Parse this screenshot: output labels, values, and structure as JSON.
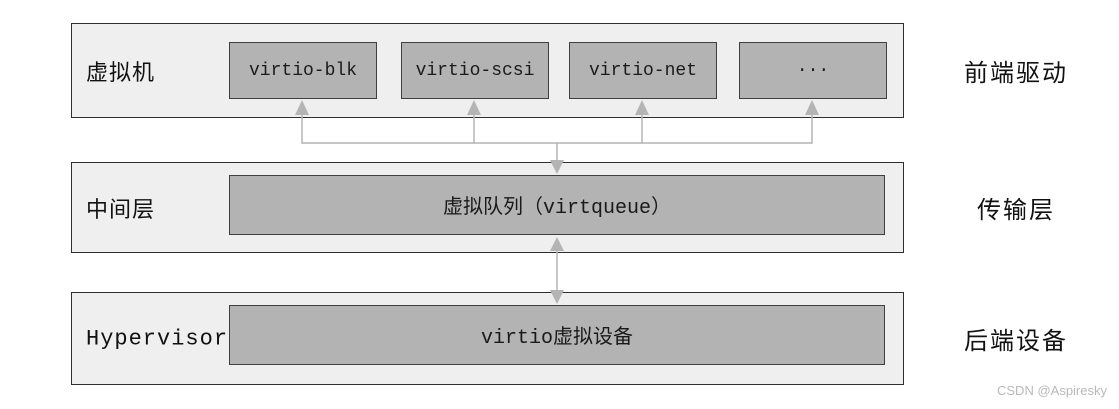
{
  "palette": {
    "outer_box_fill": "#efefef",
    "outer_box_border": "#2f2f2f",
    "inner_box_fill": "#b3b3b3",
    "inner_box_border": "#3f3f3f",
    "arrow_color": "#b4b4b4",
    "text_color": "#111111",
    "watermark_color": "#b9b9b9"
  },
  "layers": [
    {
      "name": "虚拟机",
      "side_label": "前端驱动",
      "boxes": [
        "virtio-blk",
        "virtio-scsi",
        "virtio-net",
        "···"
      ]
    },
    {
      "name": "中间层",
      "side_label": "传输层",
      "boxes": [
        "虚拟队列（virtqueue）"
      ]
    },
    {
      "name": "Hypervisor",
      "side_label": "后端设备",
      "boxes": [
        "virtio虚拟设备"
      ]
    }
  ],
  "watermark": "CSDN @Aspiresky"
}
